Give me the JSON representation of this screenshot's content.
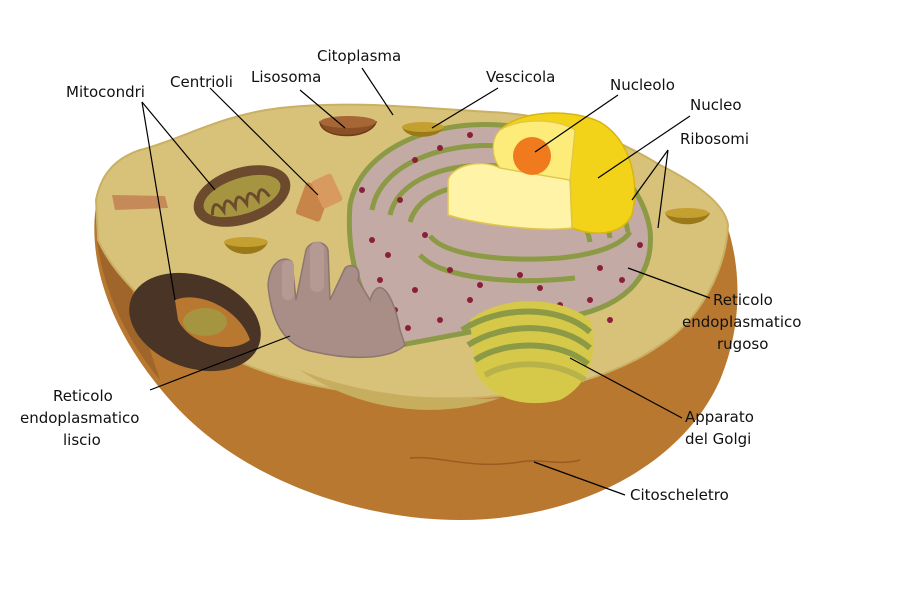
{
  "labels": {
    "citoplasma": "Citoplasma",
    "lisosoma": "Lisosoma",
    "vescicola": "Vescicola",
    "mitocondri": "Mitocondri",
    "centrioli": "Centrioli",
    "nucleolo": "Nucleolo",
    "nucleo": "Nucleo",
    "ribosomi": "Ribosomi",
    "rer_line1": "Reticolo",
    "rer_line2": "endoplasmatico",
    "rer_line3": "rugoso",
    "ser_line1": "Reticolo",
    "ser_line2": "endoplasmatico",
    "ser_line3": "liscio",
    "golgi_line1": "Apparato",
    "golgi_line2": "del Golgi",
    "citoscheletro": "Citoscheletro"
  },
  "colors": {
    "cytoplasm": "#d8c27a",
    "cytoplasm_top": "#e2cd82",
    "membrane": "#b9782f",
    "membrane_dark": "#8a5520",
    "nucleus": "#f3d21a",
    "nucleus_cut": "#fff3a8",
    "nucleolus": "#f07a1e",
    "er_rough": "#c4aaa4",
    "er_rim": "#8c9a45",
    "ribosome": "#8a1f3c",
    "smooth_er": "#a88e86",
    "mitochondrion": "#6b4a2e",
    "mito_inner": "#a59540",
    "vesicle": "#9a7a18",
    "lysosome": "#8a4f24",
    "golgi": "#b8b24a"
  }
}
